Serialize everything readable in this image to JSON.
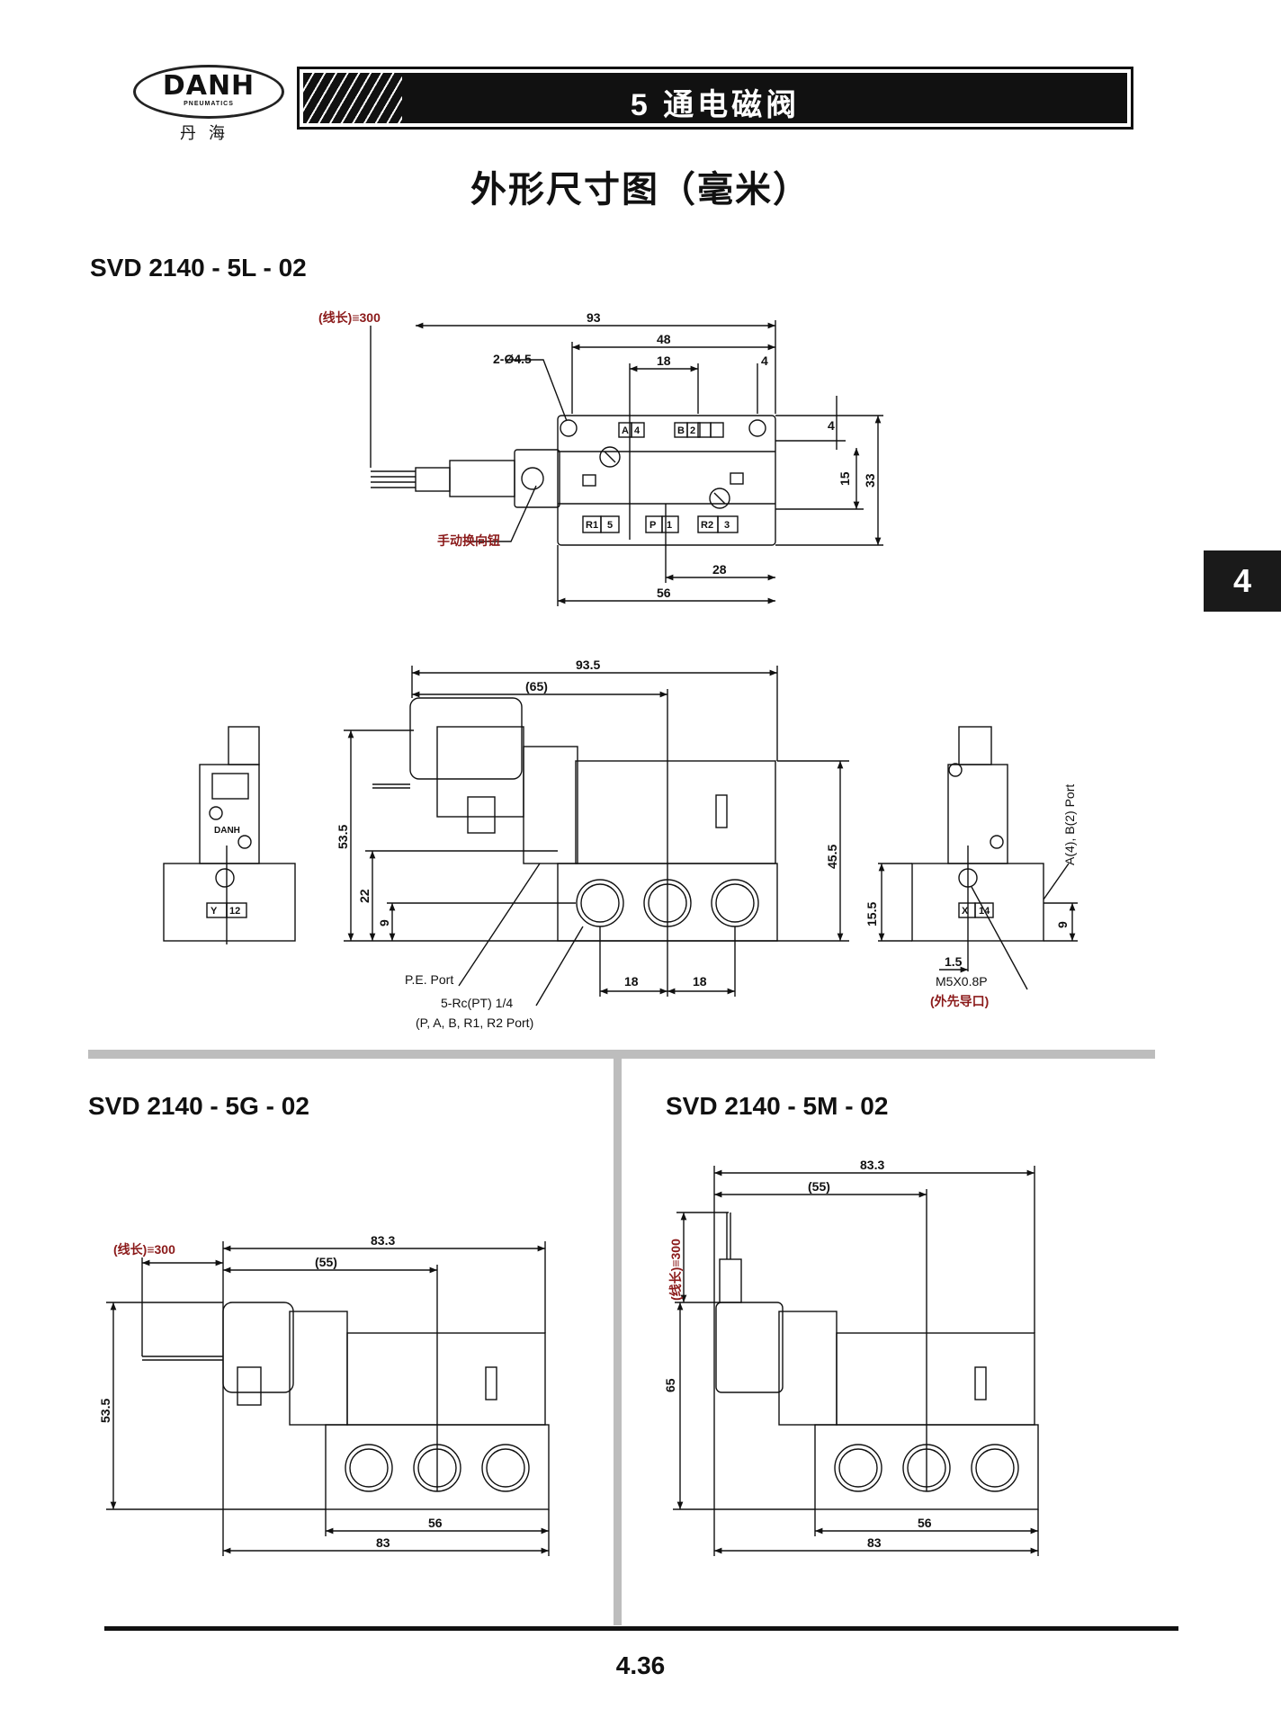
{
  "header": {
    "logo_text": "DANH",
    "logo_sub": "PNEUMATICS",
    "logo_cn": "丹海",
    "banner_title": "5 通电磁阀"
  },
  "page_title": "外形尺寸图（毫米）",
  "side_tab": "4",
  "page_number": "4.36",
  "section_5l": {
    "model": "SVD 2140 - 5L - 02",
    "top_view": {
      "wire_length": "(线长)≡300",
      "dim_93": "93",
      "dim_48": "48",
      "dim_18": "18",
      "dim_4a": "4",
      "hole_label": "2-Ø4.5",
      "dim_4b": "4",
      "dim_15": "15",
      "dim_33": "33",
      "dim_28": "28",
      "dim_56": "56",
      "port_labels": [
        "A",
        "4",
        "B",
        "2",
        "R1",
        "5",
        "P",
        "1",
        "R2",
        "3"
      ],
      "manual_button": "手动换向钮"
    },
    "front_view": {
      "dim_935": "93.5",
      "dim_65": "(65)",
      "dim_535": "53.5",
      "dim_22": "22",
      "dim_9": "9",
      "dim_455": "45.5",
      "dim_18a": "18",
      "dim_18b": "18",
      "pe_port": "P.E. Port",
      "port_spec": "5-Rc(PT) 1/4",
      "port_list": "(P, A, B, R1, R2 Port)"
    },
    "side_left": {
      "label_y": "Y",
      "label_12": "12",
      "logo": "DANH"
    },
    "side_right": {
      "label_x": "X",
      "label_14": "14",
      "dim_155": "15.5",
      "dim_9": "9",
      "dim_15": "1.5",
      "thread": "M5X0.8P",
      "pilot": "(外先导口)",
      "ab_port": "A(4), B(2) Port"
    }
  },
  "section_5g": {
    "model": "SVD 2140 - 5G - 02",
    "wire_length": "(线长)≡300",
    "dim_833": "83.3",
    "dim_55": "(55)",
    "dim_535": "53.5",
    "dim_56": "56",
    "dim_83": "83"
  },
  "section_5m": {
    "model": "SVD 2140 - 5M - 02",
    "wire_length": "(线长)≡300",
    "dim_833": "83.3",
    "dim_55": "(55)",
    "dim_65": "65",
    "dim_56": "56",
    "dim_83": "83"
  }
}
